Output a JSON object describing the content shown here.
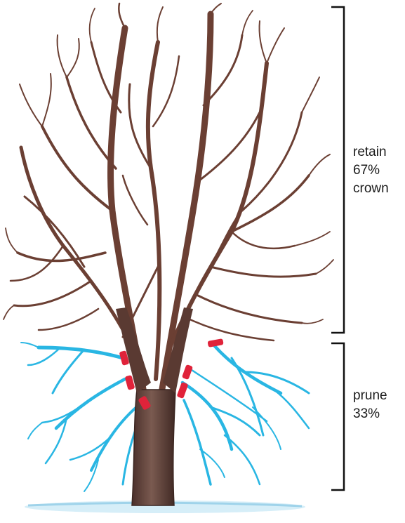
{
  "colors": {
    "retained_branch": "#6b3f33",
    "pruned_branch": "#29b6e3",
    "cut_mark": "#e0233a",
    "trunk": "#5a3a32",
    "ground": "#bfe3f2",
    "bracket": "#111111"
  },
  "sections": {
    "retain": {
      "lines": [
        "retain",
        "67%",
        "crown"
      ],
      "percent": 67
    },
    "prune": {
      "lines": [
        "prune",
        "33%"
      ],
      "percent": 33
    }
  }
}
